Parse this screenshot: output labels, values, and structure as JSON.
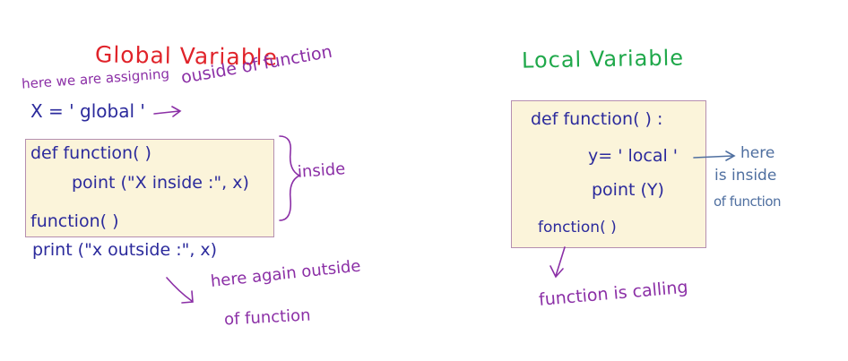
{
  "global": {
    "title": "Global Variable",
    "note_assigning": "here we are  assigning",
    "assignment": "X = ' global '",
    "outside_note": "ouside of function",
    "code_lines": [
      "def function( )",
      "point (\"X inside :\", x)",
      "function( )"
    ],
    "print_outside": "print (\"x outside :\", x)",
    "inside_label": "inside",
    "again_outside_note": [
      "here again outside",
      "of function"
    ]
  },
  "local": {
    "title": "Local Variable",
    "code_lines": [
      "def function( ) :",
      "y= ' local '",
      "point (Y)",
      "fonction( )"
    ],
    "here_inside_note": [
      "here",
      "is inside",
      "of function"
    ],
    "calling_note": "function is calling"
  },
  "colors": {
    "global_title": "#e0232a",
    "local_title": "#1fa84a",
    "code_ink": "#2b2a9c",
    "note_ink": "#8b2fa6",
    "side_note_ink": "#4f6fa0",
    "box_fill": "#fbf4da"
  }
}
